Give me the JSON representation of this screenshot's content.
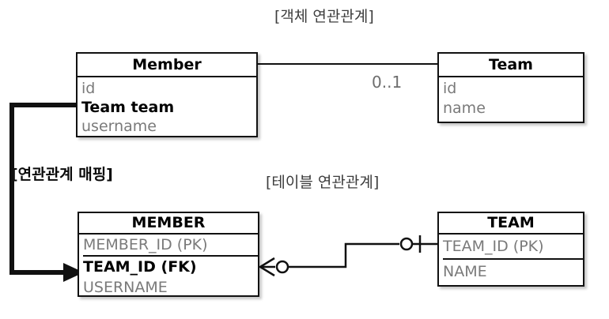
{
  "diagram": {
    "title_object": "[객체 연관관계]",
    "title_table": "[테이블 연관관계]",
    "title_mapping": "[연관관계 매핑]",
    "colors": {
      "stroke": "#111111",
      "field_text": "#7a7a7a",
      "key_text": "#000000",
      "caption": "#3c3c3c",
      "multiplicity": "#6e6e6e",
      "background": "#ffffff"
    }
  },
  "object_model": {
    "member": {
      "name": "Member",
      "fields": [
        {
          "label": "id",
          "key": false
        },
        {
          "label": "Team team",
          "key": true
        },
        {
          "label": "username",
          "key": false
        }
      ]
    },
    "team": {
      "name": "Team",
      "fields": [
        {
          "label": "id",
          "key": false
        },
        {
          "label": "name",
          "key": false
        }
      ]
    },
    "association": {
      "multiplicity": "0..1",
      "direction": "Member -> Team"
    }
  },
  "table_model": {
    "member": {
      "name": "MEMBER",
      "fields": [
        {
          "label": "MEMBER_ID (PK)",
          "key": false
        },
        {
          "label": "TEAM_ID (FK)",
          "key": true
        },
        {
          "label": "USERNAME",
          "key": false
        }
      ]
    },
    "team": {
      "name": "TEAM",
      "fields": [
        {
          "label": "TEAM_ID (PK)",
          "key": false
        },
        {
          "label": "NAME",
          "key": false
        }
      ]
    },
    "relationship": {
      "member_side": "zero-or-many",
      "team_side": "zero-or-one"
    }
  }
}
